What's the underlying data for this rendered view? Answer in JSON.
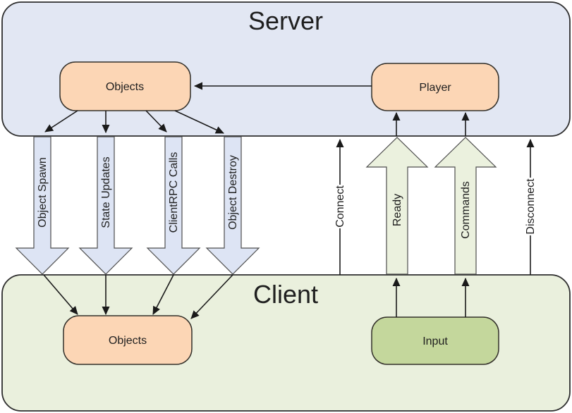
{
  "server": {
    "title": "Server",
    "objects_label": "Objects",
    "player_label": "Player"
  },
  "client": {
    "title": "Client",
    "objects_label": "Objects",
    "input_label": "Input"
  },
  "arrows": {
    "down": [
      {
        "label": "Object Spawn"
      },
      {
        "label": "State Updates"
      },
      {
        "label": "ClientRPC Calls"
      },
      {
        "label": "Object Destroy"
      }
    ],
    "up_block": [
      {
        "label": "Ready"
      },
      {
        "label": "Commands"
      }
    ],
    "up_line": [
      {
        "label": "Connect"
      },
      {
        "label": "Disconnect"
      }
    ]
  },
  "colors": {
    "server_fill": "#e2e7f3",
    "client_fill": "#eaf0dd",
    "down_arrow_fill": "#dde4f4",
    "up_arrow_fill": "#ebf1de",
    "objects_fill": "#fcd6b5",
    "player_fill": "#fcd6b5",
    "input_fill": "#c4d79c"
  }
}
